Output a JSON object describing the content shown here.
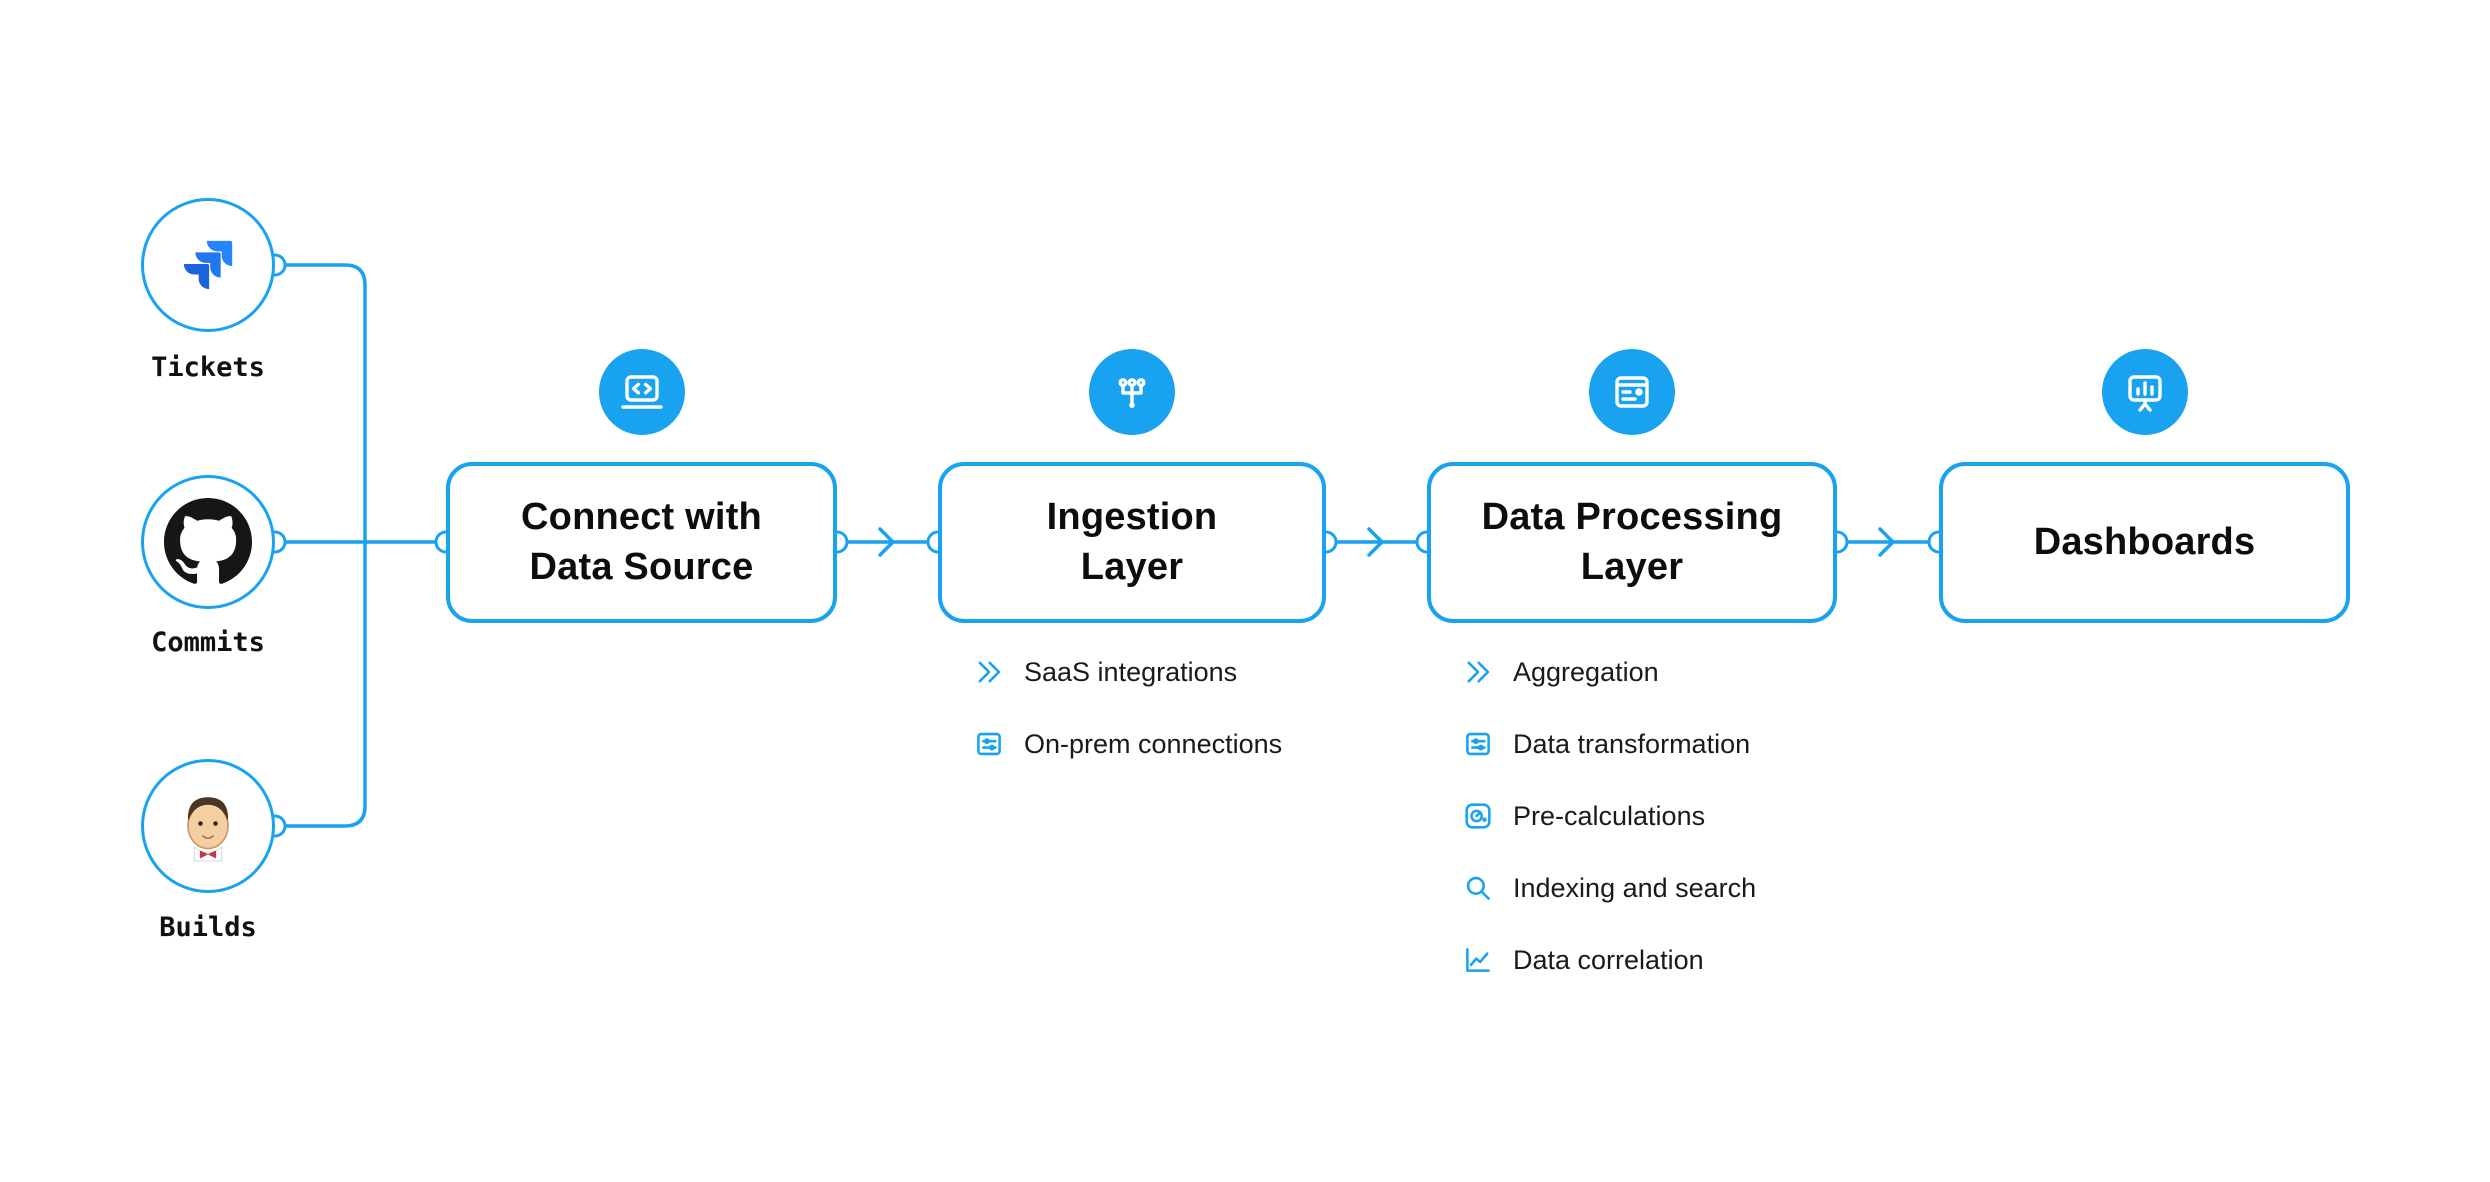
{
  "colors": {
    "accent": "#18A2F0",
    "jira_blue_top": "#2684FF",
    "jira_blue_mid": "#2177F0",
    "jira_blue_bottom": "#1B63DA",
    "github_black": "#171515",
    "jenkins_red": "#C9353F",
    "text": "#111111"
  },
  "sources": [
    {
      "label": "Tickets",
      "icon": "jira-icon"
    },
    {
      "label": "Commits",
      "icon": "github-icon"
    },
    {
      "label": "Builds",
      "icon": "jenkins-icon"
    }
  ],
  "stages": [
    {
      "title": "Connect with\nData Source",
      "badge_icon": "laptop-code-icon",
      "items": []
    },
    {
      "title": "Ingestion\nLayer",
      "badge_icon": "data-flow-icon",
      "items": [
        {
          "icon": "integrations-icon",
          "label": "SaaS integrations"
        },
        {
          "icon": "connections-icon",
          "label": "On-prem connections"
        }
      ]
    },
    {
      "title": "Data Processing\nLayer",
      "badge_icon": "app-window-icon",
      "items": [
        {
          "icon": "aggregation-icon",
          "label": "Aggregation"
        },
        {
          "icon": "transformation-icon",
          "label": "Data transformation"
        },
        {
          "icon": "precalculations-icon",
          "label": "Pre-calculations"
        },
        {
          "icon": "search-icon",
          "label": "Indexing and search"
        },
        {
          "icon": "correlation-icon",
          "label": "Data correlation"
        }
      ]
    },
    {
      "title": "Dashboards",
      "badge_icon": "presentation-chart-icon",
      "items": []
    }
  ]
}
